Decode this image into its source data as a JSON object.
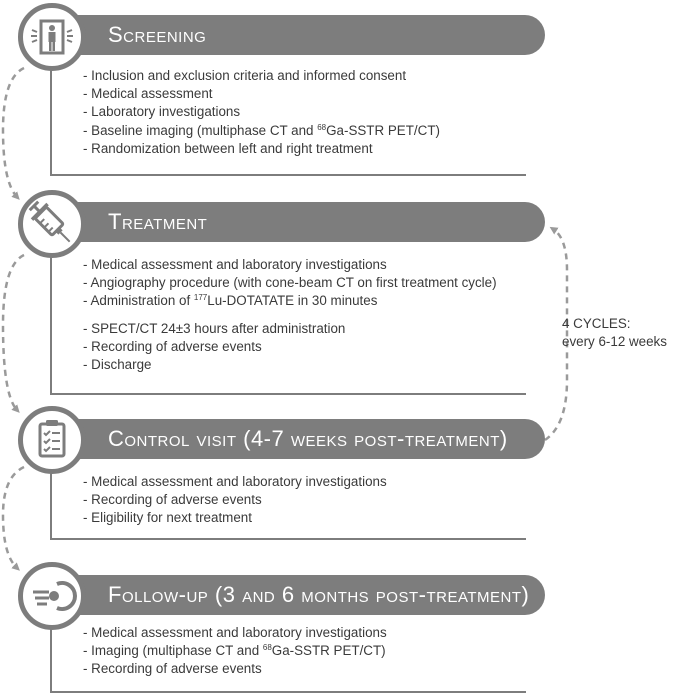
{
  "steps": [
    {
      "icon": "metal-detector-icon",
      "title": "Screening",
      "items": [
        "- Inclusion and exclusion criteria and informed consent",
        "- Medical assessment",
        "- Laboratory investigations",
        "- Baseline imaging (multiphase CT and ",
        "- Randomization between left and right treatment"
      ],
      "baseline_sup": "68",
      "baseline_rest": "Ga-SSTR PET/CT)"
    },
    {
      "icon": "syringe-icon",
      "title": "Treatment",
      "items": [
        "- Medical assessment and laboratory investigations",
        "- Angiography procedure (with cone-beam CT on first treatment cycle)",
        "- Administration of ",
        "- SPECT/CT 24±3 hours after administration",
        "- Recording of adverse events",
        "- Discharge"
      ],
      "admin_sup": "177",
      "admin_rest": "Lu-DOTATATE in 30 minutes"
    },
    {
      "icon": "clipboard-checklist-icon",
      "title": "Control visit (4-7 weeks post-treatment)",
      "items": [
        "- Medical assessment and laboratory investigations",
        "- Recording of adverse events",
        "- Eligibility for next treatment"
      ]
    },
    {
      "icon": "follow-up-target-icon",
      "title": "Follow-up (3 and 6 months post-treatment)",
      "items": [
        "- Medical assessment and laboratory investigations",
        "- Imaging (multiphase CT and ",
        "- Recording of adverse events"
      ],
      "imaging_sup": "68",
      "imaging_rest": "Ga-SSTR PET/CT)"
    }
  ],
  "cycle_note": {
    "line1": "4 CYCLES:",
    "line2": "every 6-12 weeks"
  },
  "colors": {
    "banner": "#7d7d7d",
    "text": "#3a3a3a",
    "dashed": "#9a9a9a"
  }
}
